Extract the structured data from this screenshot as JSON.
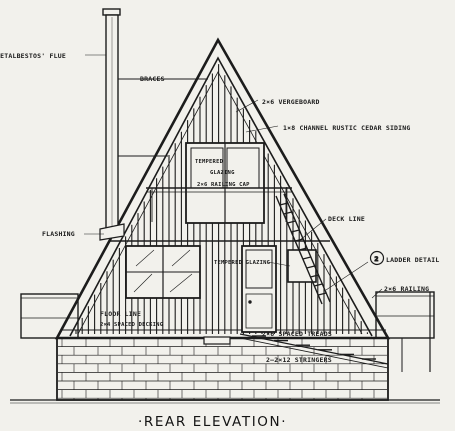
{
  "drawing": {
    "title": "·REAR ELEVATION·",
    "ink_color": "#1c1c1c",
    "paper_color": "#f2f1ec"
  },
  "labels": {
    "flue": "METALBESTOS' FLUE",
    "braces": "BRACES",
    "vergeboard": "2×6 VERGEBOARD",
    "siding": "1×8 CHANNEL RUSTIC CEDAR SIDING",
    "tempered_glazing_upper": "TEMPERED",
    "glazing_upper": "GLAZING",
    "railing_cap": "2×6 RAILING CAP",
    "flashing": "FLASHING",
    "deck_line": "DECK LINE",
    "ladder_detail": "LADDER DETAIL",
    "ladder_detail_ref": "2",
    "tempered_glazing_lower": "TEMPERED GLAZING",
    "railing": "2×6 RAILING",
    "floor_line": "FLOOR LINE",
    "spaced_decking": "2×4 SPACED DECKING",
    "spaced_treads": "2×6 SPACED TREADS",
    "stringers": "2–2×12 STRINGERS"
  }
}
